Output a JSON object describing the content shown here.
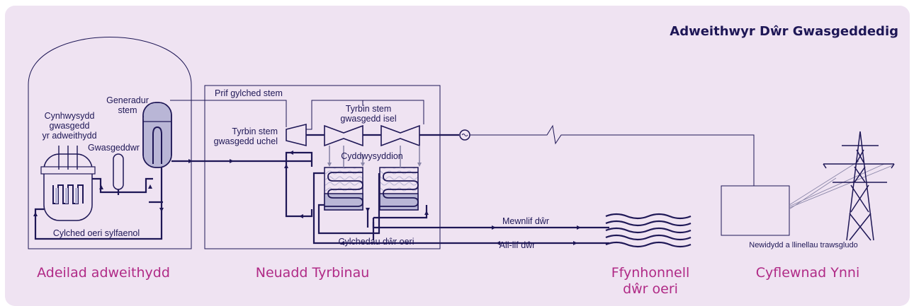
{
  "title": "Adweithwyr Dŵr Gwasgeddedig",
  "labels": {
    "steam_generator_1": "Generadur",
    "steam_generator_2": "stem",
    "pressure_vessel_1": "Cynhwysydd",
    "pressure_vessel_2": "gwasgedd",
    "pressure_vessel_3": "yr adweithydd",
    "pressurizer": "Gwasgeddwr",
    "primary_circuit": "Cylched oeri sylfaenol",
    "main_steam": "Prif gylched stem",
    "hp_turbine_1": "Tyrbin stem",
    "hp_turbine_2": "gwasgedd uchel",
    "lp_turbine_1": "Tyrbin stem",
    "lp_turbine_2": "gwasgedd isel",
    "condensers": "Cyddwysyddion",
    "inflow": "Mewnlif dŵr",
    "outflow": "All-lif dŵr",
    "cooling_circuits": "Cylchedau dŵr oeri",
    "transformer": "Newidydd a llinellau trawsgludo"
  },
  "sections": {
    "reactor_building": "Adeilad adweithydd",
    "turbine_hall": "Neuadd Tyrbinau",
    "cooling_source_1": "Ffynhonnell",
    "cooling_source_2": "dŵr oeri",
    "power_supply": "Cyflewnad Ynni"
  },
  "colors": {
    "background": "#efe3f2",
    "line": "#1e1756",
    "accent": "#b02a86",
    "fill": "#b9b6d6"
  }
}
